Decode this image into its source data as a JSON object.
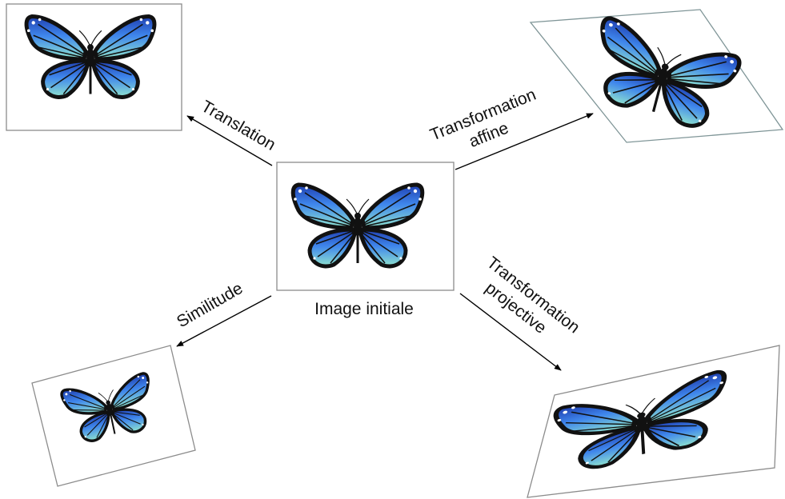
{
  "center": {
    "caption": "Image initiale"
  },
  "transforms": {
    "translation": {
      "label": "Translation"
    },
    "affine": {
      "label_line1": "Transformation",
      "label_line2": "affine"
    },
    "similarity": {
      "label": "Similitude"
    },
    "projective": {
      "label_line1": "Transformation",
      "label_line2": "projective"
    }
  },
  "colors": {
    "frame": "#8c8c8c",
    "wing_blue": "#2f6fe0",
    "wing_teal": "#7fd8c8",
    "wing_outline": "#111111"
  },
  "icons": {
    "subject": "butterfly-icon"
  }
}
